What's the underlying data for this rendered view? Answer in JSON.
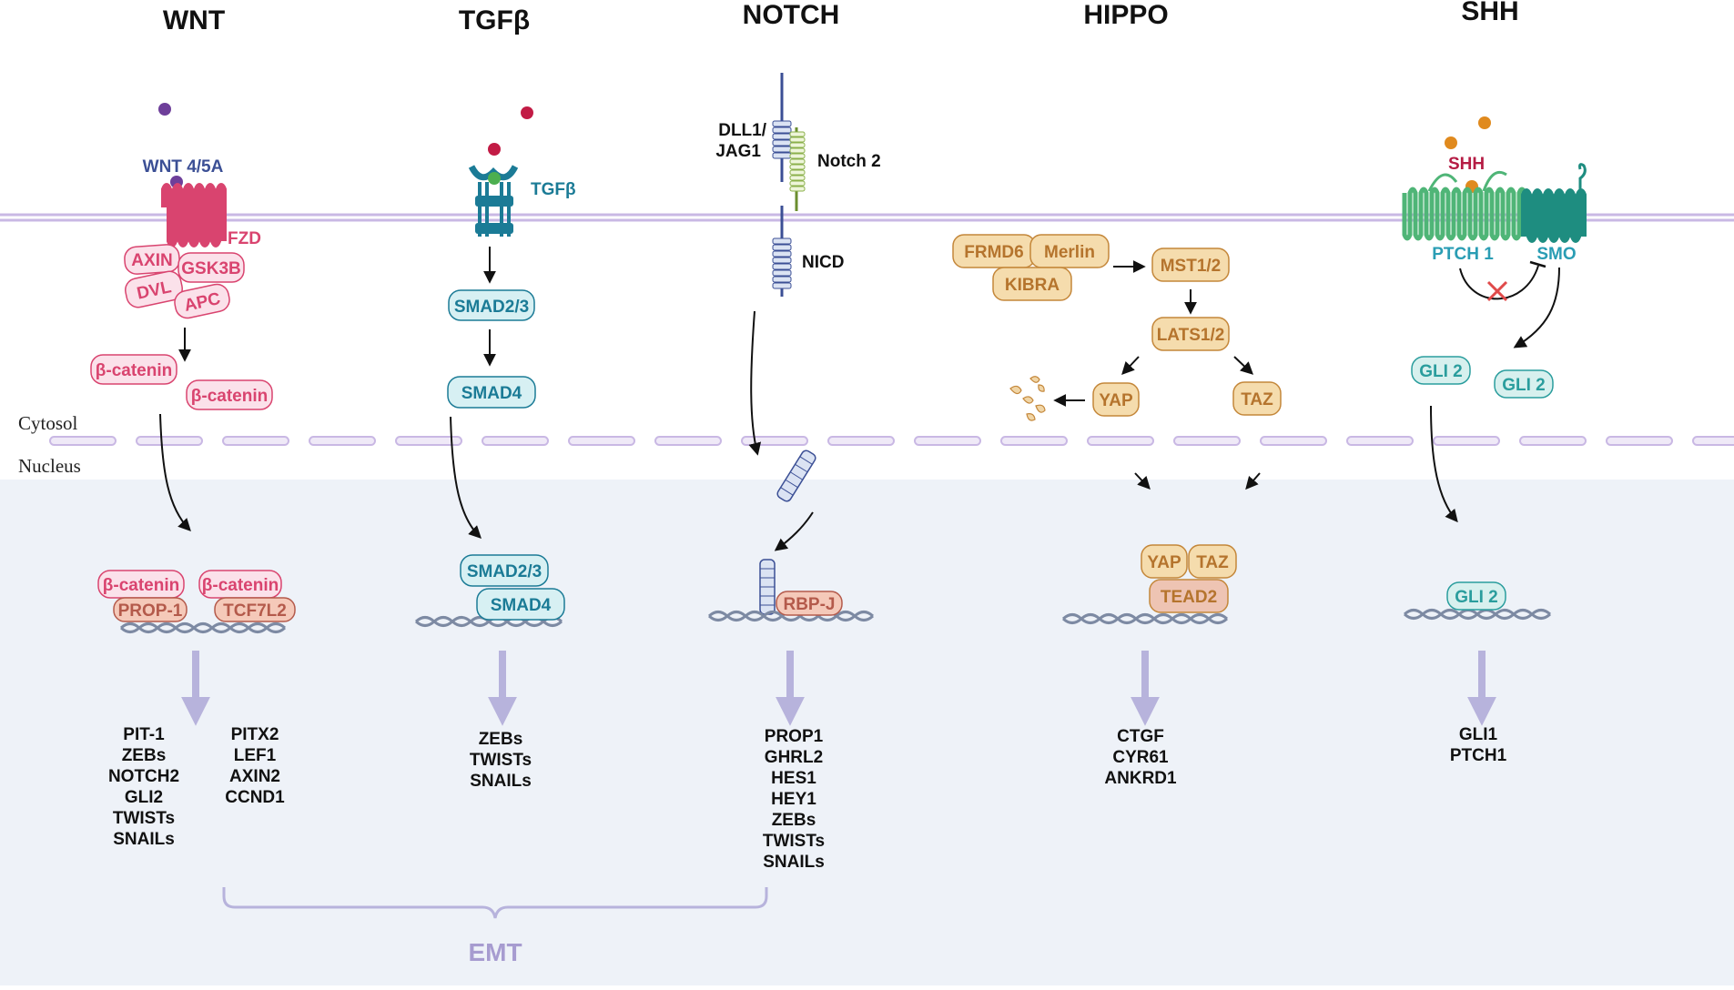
{
  "pathways": {
    "wnt": {
      "title": "WNT",
      "ligand": "WNT 4/5A",
      "receptor": "FZD",
      "complex": [
        "AXIN",
        "GSK3B",
        "DVL",
        "APC"
      ],
      "cyto_beta": [
        "β-catenin",
        "β-catenin"
      ],
      "nuc_beta": [
        "β-catenin",
        "β-catenin"
      ],
      "tf": [
        "PROP-1",
        "TCF7L2"
      ],
      "targets_left": [
        "PIT-1",
        "ZEBs",
        "NOTCH2",
        "GLI2",
        "TWISTs",
        "SNAILs"
      ],
      "targets_right": [
        "PITX2",
        "LEF1",
        "AXIN2",
        "CCND1"
      ]
    },
    "tgfb": {
      "title": "TGFβ",
      "ligand": "TGFβ",
      "cyto": [
        "SMAD2/3",
        "SMAD4"
      ],
      "nuc": [
        "SMAD2/3",
        "SMAD4"
      ],
      "targets": [
        "ZEBs",
        "TWISTs",
        "SNAILs"
      ]
    },
    "notch": {
      "title": "NOTCH",
      "ligand": "DLL1/\nJAG1",
      "ligand_lines": [
        "DLL1/",
        "JAG1"
      ],
      "receptor": "Notch 2",
      "nicd": "NICD",
      "tf": "RBP-J",
      "targets": [
        "PROP1",
        "GHRL2",
        "HES1",
        "HEY1",
        "ZEBs",
        "TWISTs",
        "SNAILs"
      ]
    },
    "hippo": {
      "title": "HIPPO",
      "upstream": [
        "FRMD6",
        "Merlin",
        "KIBRA"
      ],
      "kinases": [
        "MST1/2",
        "LATS1/2"
      ],
      "effectors": [
        "YAP",
        "TAZ"
      ],
      "nuc": [
        "YAP",
        "TAZ",
        "TEAD2"
      ],
      "targets": [
        "CTGF",
        "CYR61",
        "ANKRD1"
      ]
    },
    "shh": {
      "title": "SHH",
      "ligand": "SHH",
      "receptor": "PTCH 1",
      "smo": "SMO",
      "cyto": [
        "GLI 2",
        "GLI 2"
      ],
      "nuc": "GLI 2",
      "targets": [
        "GLI1",
        "PTCH1"
      ]
    }
  },
  "compartments": {
    "cytosol": "Cytosol",
    "nucleus": "Nucleus"
  },
  "emt": "EMT",
  "colors": {
    "wnt": "#d9446f",
    "tgfb": "#1b7b96",
    "notch_ligand": "#3b4f95",
    "hippo": "#c4873a",
    "shh_ptch": "#4fb577",
    "shh_smo": "#1e8d80",
    "shh_label": "#b51c44",
    "gli": "#2a9d9d",
    "membrane": "#c9b8e4",
    "nucleus_bg": "#eef2f8",
    "emt": "#a79cd0"
  }
}
